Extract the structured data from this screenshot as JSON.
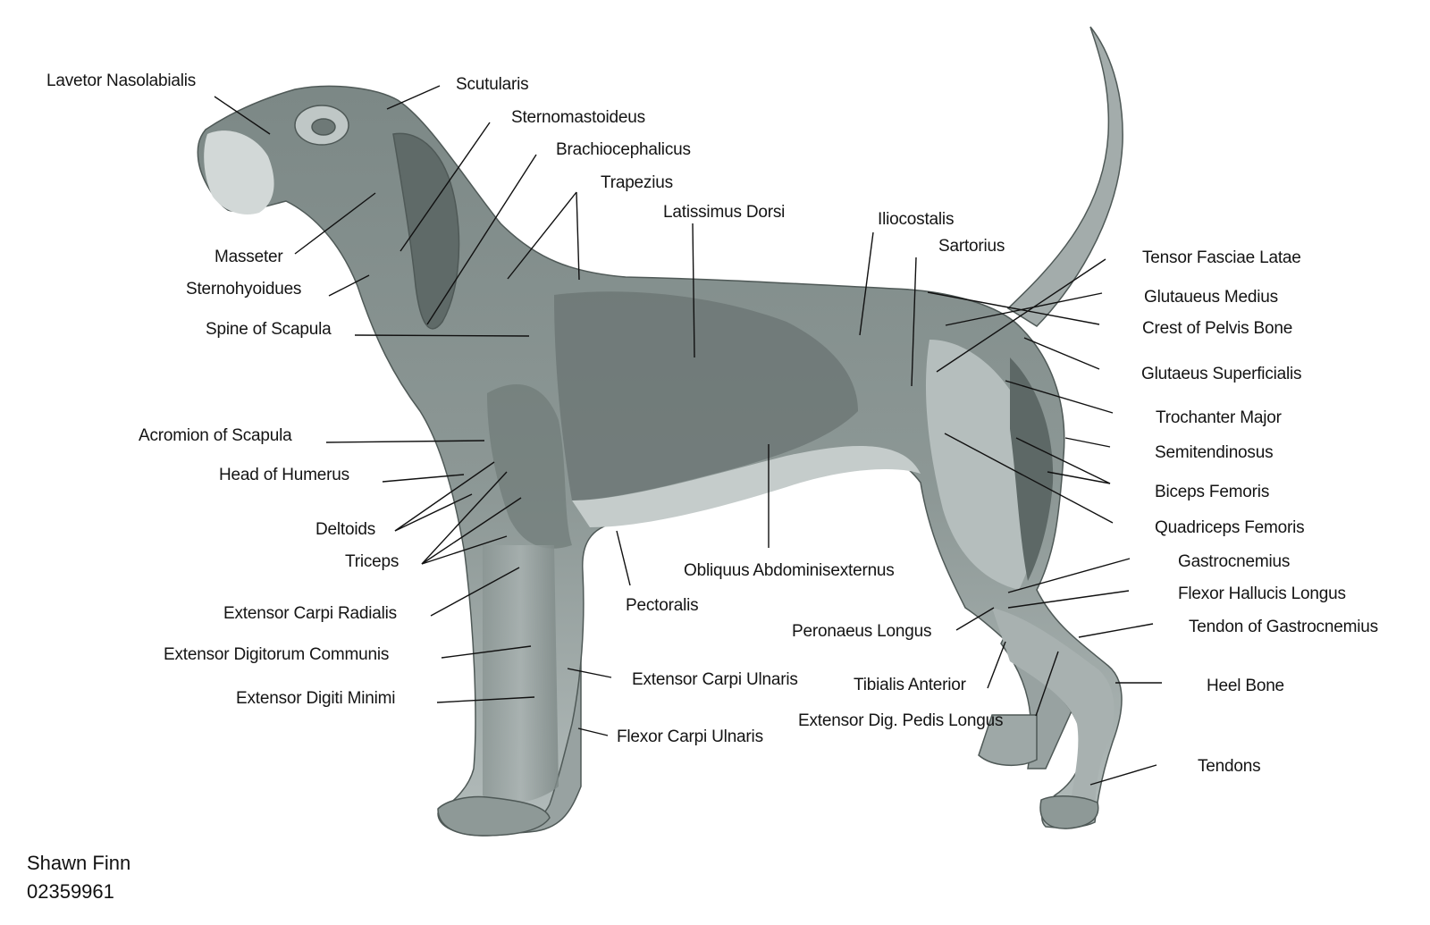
{
  "diagram": {
    "subject": "Dog muscular anatomy (lateral view)",
    "colors": {
      "background": "#ffffff",
      "body_fill": "#9fa9a7",
      "body_dark": "#5d6866",
      "body_light": "#c3cbca",
      "leader_line": "#111111",
      "text": "#141414"
    },
    "labels": {
      "lavetor_nasolabialis": "Lavetor Nasolabialis",
      "scutularis": "Scutularis",
      "sternomastoideus": "Sternomastoideus",
      "brachiocephalicus": "Brachiocephalicus",
      "trapezius": "Trapezius",
      "latissimus_dorsi": "Latissimus Dorsi",
      "iliocostalis": "Iliocostalis",
      "sartorius": "Sartorius",
      "tensor_fasciae_latae": "Tensor Fasciae Latae",
      "glutaueus_medius": "Glutaueus Medius",
      "crest_of_pelvis_bone": "Crest of Pelvis Bone",
      "glutaeus_superficialis": "Glutaeus Superficialis",
      "trochanter_major": "Trochanter Major",
      "semitendinosus": "Semitendinosus",
      "biceps_femoris": "Biceps Femoris",
      "quadriceps_femoris": "Quadriceps Femoris",
      "gastrocnemius": "Gastrocnemius",
      "flexor_hallucis_longus": "Flexor Hallucis Longus",
      "tendon_of_gastrocnemius": "Tendon of Gastrocnemius",
      "heel_bone": "Heel Bone",
      "tendons": "Tendons",
      "masseter": "Masseter",
      "sternohyoidues": "Sternohyoidues",
      "spine_of_scapula": "Spine of Scapula",
      "acromion_of_scapula": "Acromion of Scapula",
      "head_of_humerus": "Head of Humerus",
      "deltoids": "Deltoids",
      "triceps": "Triceps",
      "extensor_carpi_radialis": "Extensor Carpi Radialis",
      "extensor_digitorum_communis": "Extensor Digitorum Communis",
      "extensor_digiti_minimi": "Extensor Digiti Minimi",
      "extensor_carpi_ulnaris": "Extensor Carpi Ulnaris",
      "flexor_carpi_ulnaris": "Flexor Carpi Ulnaris",
      "pectoralis": "Pectoralis",
      "obliquus_abdominisexternus": "Obliquus Abdominisexternus",
      "peronaeus_longus": "Peronaeus Longus",
      "tibialis_anterior": "Tibialis Anterior",
      "extensor_dig_pedis_longus": "Extensor Dig. Pedis Longus"
    },
    "credit": {
      "name": "Shawn Finn",
      "id": "02359961"
    }
  }
}
